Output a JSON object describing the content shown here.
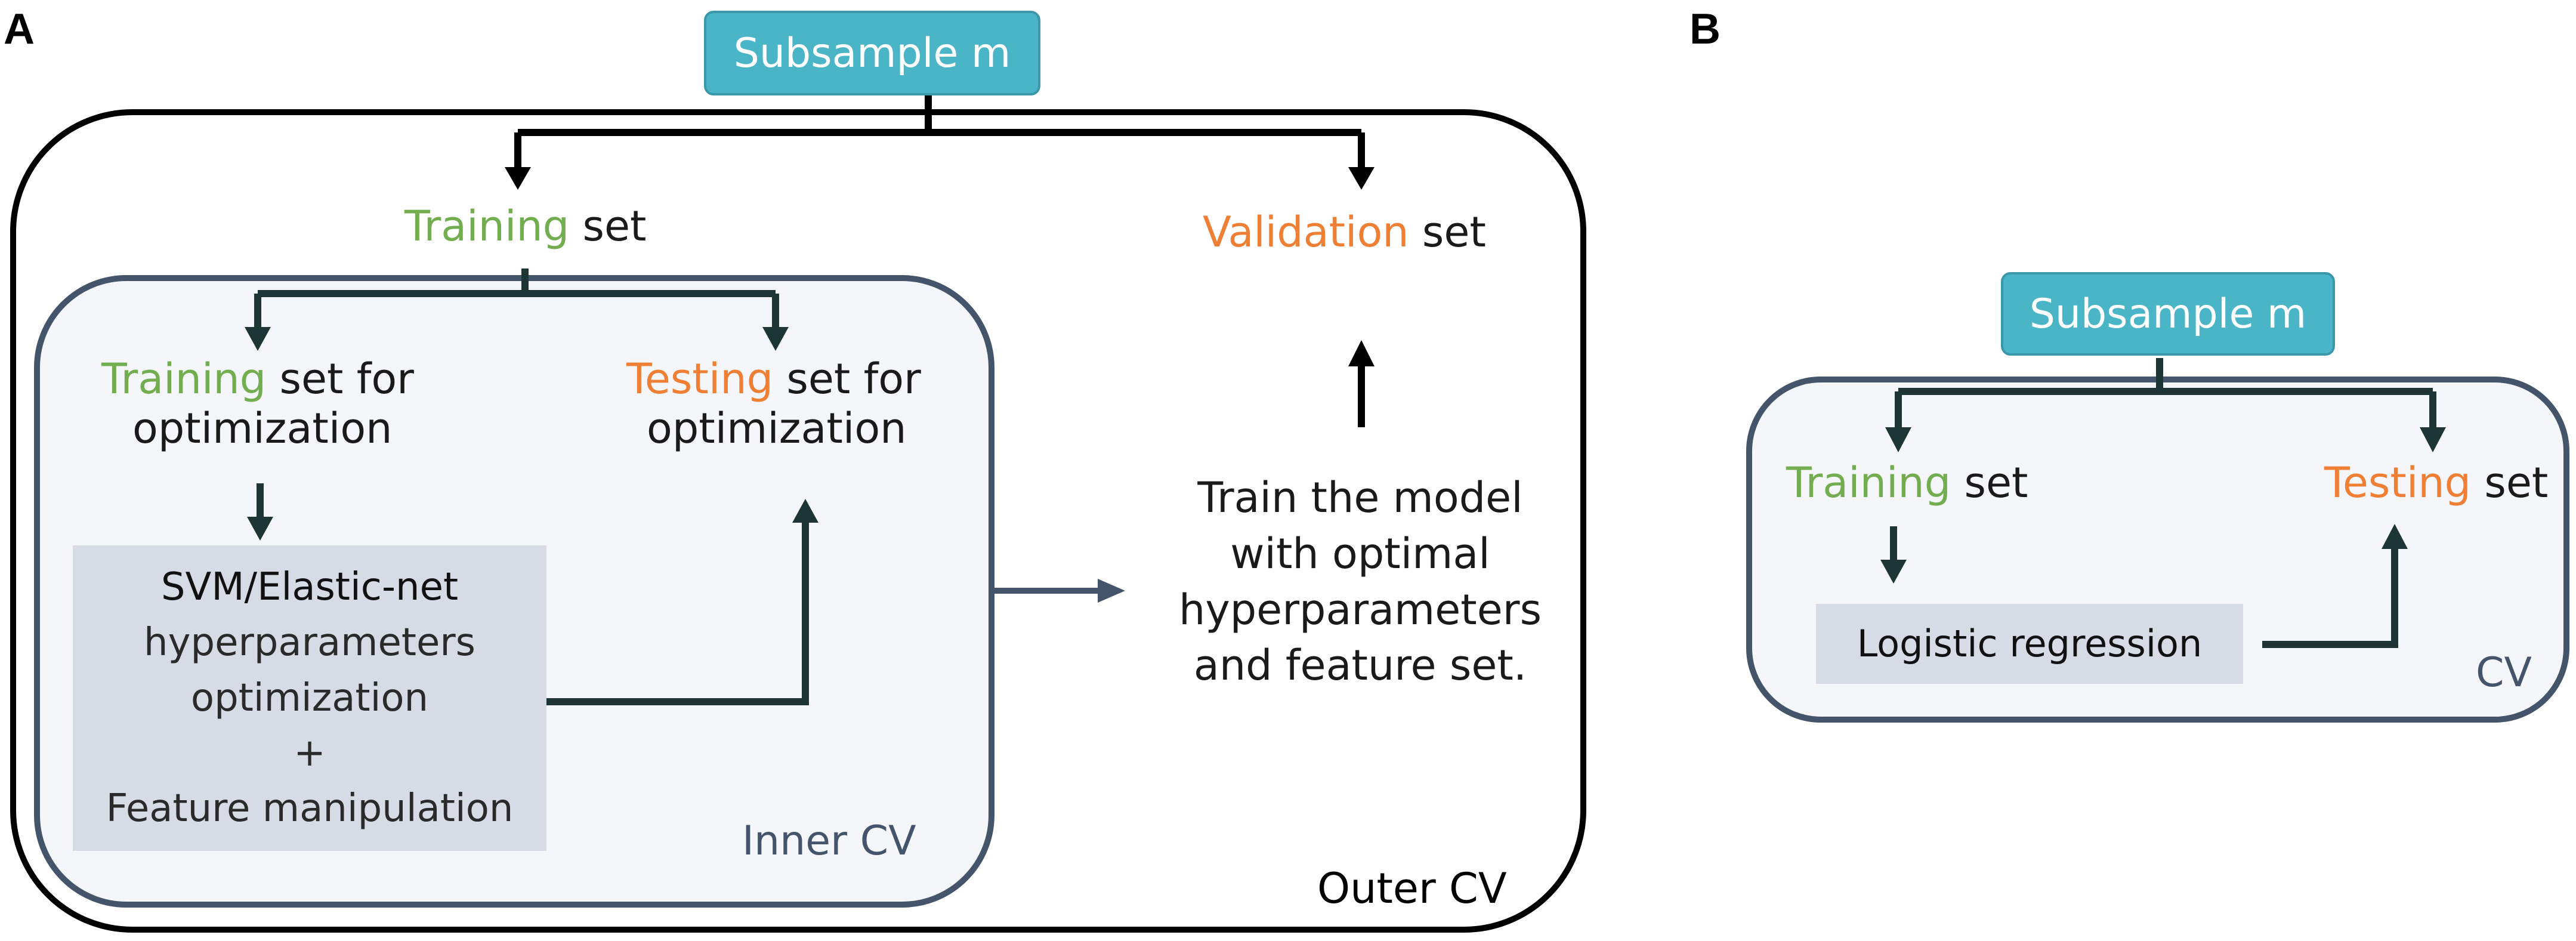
{
  "panel_a": {
    "letter": "A",
    "subsample": "Subsample m",
    "training_set": {
      "highlight": "Training",
      "rest": " set"
    },
    "validation_set": {
      "highlight": "Validation",
      "rest": " set"
    },
    "inner_training": {
      "highlight": "Training",
      "rest": " set for",
      "line2": "optimization"
    },
    "inner_testing": {
      "highlight": "Testing",
      "rest": " set for",
      "line2": "optimization"
    },
    "optimization_box": {
      "line1": "SVM/Elastic-net",
      "line2": "hyperparameters",
      "line3": "optimization",
      "line4": "+",
      "line5": "Feature manipulation"
    },
    "train_model": {
      "line1": "Train the model",
      "line2": "with optimal",
      "line3": "hyperparameters",
      "line4": "and feature set."
    },
    "inner_cv": "Inner CV",
    "outer_cv": "Outer CV"
  },
  "panel_b": {
    "letter": "B",
    "subsample": "Subsample m",
    "training_set": {
      "highlight": "Training",
      "rest": " set"
    },
    "testing_set": {
      "highlight": "Testing",
      "rest": " set"
    },
    "model_box": "Logistic regression",
    "cv": "CV"
  },
  "colors": {
    "subsample_fill": "#4bb5c8",
    "training_green": "#72ad4f",
    "testing_orange": "#ee7f35",
    "box_gray": "#d6dbe5",
    "frame_slate": "#44546a",
    "arrow_dark": "#1e3535"
  }
}
